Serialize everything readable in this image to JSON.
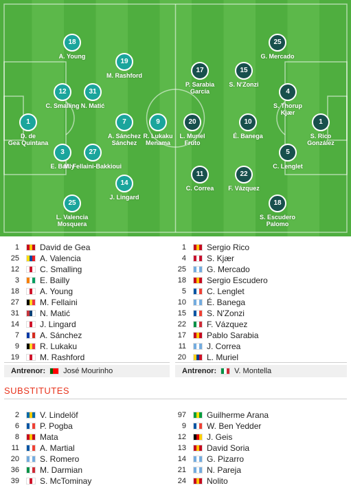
{
  "pitch": {
    "home": [
      {
        "num": "1",
        "name": "D. de\nGea Quintana"
      },
      {
        "num": "18",
        "name": "A. Young"
      },
      {
        "num": "12",
        "name": "C. Smalling"
      },
      {
        "num": "31",
        "name": "N. Matić"
      },
      {
        "num": "3",
        "name": "E. Bailly"
      },
      {
        "num": "27",
        "name": "M. Fellaini-Bakkioui"
      },
      {
        "num": "25",
        "name": "L. Valencia\nMosquera"
      },
      {
        "num": "19",
        "name": "M. Rashford"
      },
      {
        "num": "7",
        "name": "A. Sánchez\nSánchez"
      },
      {
        "num": "14",
        "name": "J. Lingard"
      },
      {
        "num": "9",
        "name": "R. Lukaku\nMenama"
      }
    ],
    "away": [
      {
        "num": "1",
        "name": "S. Rico\nGonzález"
      },
      {
        "num": "25",
        "name": "G. Mercado"
      },
      {
        "num": "4",
        "name": "S. Thorup\nKjær"
      },
      {
        "num": "5",
        "name": "C. Lenglet"
      },
      {
        "num": "18",
        "name": "S. Escudero\nPalomo"
      },
      {
        "num": "17",
        "name": "P. Sarabia\nGarcía"
      },
      {
        "num": "15",
        "name": "S. N'Zonzi"
      },
      {
        "num": "10",
        "name": "É. Banega"
      },
      {
        "num": "22",
        "name": "F. Vázquez"
      },
      {
        "num": "11",
        "name": "C. Correa"
      },
      {
        "num": "20",
        "name": "L. Muriel\nFruto"
      }
    ]
  },
  "lineups": {
    "home": [
      {
        "num": "1",
        "flag": "spain",
        "name": "David de Gea"
      },
      {
        "num": "25",
        "flag": "ecuador",
        "name": "A. Valencia"
      },
      {
        "num": "12",
        "flag": "england",
        "name": "C. Smalling"
      },
      {
        "num": "3",
        "flag": "ivory-coast",
        "name": "E. Bailly"
      },
      {
        "num": "18",
        "flag": "england",
        "name": "A. Young"
      },
      {
        "num": "27",
        "flag": "belgium",
        "name": "M. Fellaini"
      },
      {
        "num": "31",
        "flag": "serbia",
        "name": "N. Matić"
      },
      {
        "num": "14",
        "flag": "england",
        "name": "J. Lingard"
      },
      {
        "num": "7",
        "flag": "chile",
        "name": "A. Sánchez"
      },
      {
        "num": "9",
        "flag": "belgium",
        "name": "R. Lukaku"
      },
      {
        "num": "19",
        "flag": "england",
        "name": "M. Rashford"
      }
    ],
    "away": [
      {
        "num": "1",
        "flag": "spain",
        "name": "Sergio Rico"
      },
      {
        "num": "4",
        "flag": "denmark",
        "name": "S. Kjær"
      },
      {
        "num": "25",
        "flag": "argentina",
        "name": "G. Mercado"
      },
      {
        "num": "18",
        "flag": "spain",
        "name": "Sergio Escudero"
      },
      {
        "num": "5",
        "flag": "france",
        "name": "C. Lenglet"
      },
      {
        "num": "10",
        "flag": "argentina",
        "name": "É. Banega"
      },
      {
        "num": "15",
        "flag": "france",
        "name": "S. N'Zonzi"
      },
      {
        "num": "22",
        "flag": "italy",
        "name": "F. Vázquez"
      },
      {
        "num": "17",
        "flag": "spain",
        "name": "Pablo Sarabia"
      },
      {
        "num": "11",
        "flag": "argentina",
        "name": "J. Correa"
      },
      {
        "num": "20",
        "flag": "colombia",
        "name": "L. Muriel"
      }
    ]
  },
  "coaches": {
    "label": "Antrenor:",
    "home": {
      "flag": "portugal",
      "name": "José Mourinho"
    },
    "away": {
      "flag": "italy",
      "name": "V. Montella"
    }
  },
  "substitutes": {
    "title": "SUBSTITUTES",
    "home": [
      {
        "num": "2",
        "flag": "sweden",
        "name": "V. Lindelöf"
      },
      {
        "num": "6",
        "flag": "france",
        "name": "P. Pogba"
      },
      {
        "num": "8",
        "flag": "spain",
        "name": "Mata"
      },
      {
        "num": "11",
        "flag": "france",
        "name": "A. Martial"
      },
      {
        "num": "20",
        "flag": "argentina",
        "name": "S. Romero"
      },
      {
        "num": "36",
        "flag": "italy",
        "name": "M. Darmian"
      },
      {
        "num": "39",
        "flag": "england",
        "name": "S. McTominay"
      }
    ],
    "away": [
      {
        "num": "97",
        "flag": "brazil",
        "name": "Guilherme Arana"
      },
      {
        "num": "9",
        "flag": "france",
        "name": "W. Ben Yedder"
      },
      {
        "num": "12",
        "flag": "germany",
        "name": "J. Geis"
      },
      {
        "num": "13",
        "flag": "spain",
        "name": "David Soria"
      },
      {
        "num": "14",
        "flag": "argentina",
        "name": "G. Pizarro"
      },
      {
        "num": "21",
        "flag": "argentina",
        "name": "N. Pareja"
      },
      {
        "num": "24",
        "flag": "spain",
        "name": "Nolito"
      }
    ]
  },
  "colors": {
    "pitch_dark": "#4fae3f",
    "pitch_light": "#5cb84a",
    "home_badge": "#1aa59c",
    "away_badge": "#18504d",
    "accent": "#e8331c"
  },
  "flag_colors": {
    "spain": [
      "#c60b1e",
      "#ffc400",
      "#c60b1e"
    ],
    "ecuador": [
      "#ffdd00",
      "#034ea2",
      "#ed1c24"
    ],
    "england": [
      "#ffffff",
      "#cf142b",
      "#ffffff"
    ],
    "ivory-coast": [
      "#f77f00",
      "#ffffff",
      "#009e60"
    ],
    "belgium": [
      "#000000",
      "#fdda24",
      "#ef3340"
    ],
    "serbia": [
      "#c6363c",
      "#0c4076",
      "#ffffff"
    ],
    "chile": [
      "#0039a6",
      "#ffffff",
      "#d52b1e"
    ],
    "denmark": [
      "#c8102e",
      "#ffffff",
      "#c8102e"
    ],
    "argentina": [
      "#74acdf",
      "#ffffff",
      "#74acdf"
    ],
    "france": [
      "#0055a4",
      "#ffffff",
      "#ef4135"
    ],
    "italy": [
      "#009246",
      "#ffffff",
      "#ce2b37"
    ],
    "colombia": [
      "#fcd116",
      "#003893",
      "#ce1126"
    ],
    "portugal": [
      "#006600",
      "#ff0000",
      "#ff0000"
    ],
    "sweden": [
      "#006aa7",
      "#fecc00",
      "#006aa7"
    ],
    "brazil": [
      "#009c3b",
      "#ffdf00",
      "#009c3b"
    ],
    "germany": [
      "#000000",
      "#dd0000",
      "#ffce00"
    ]
  }
}
